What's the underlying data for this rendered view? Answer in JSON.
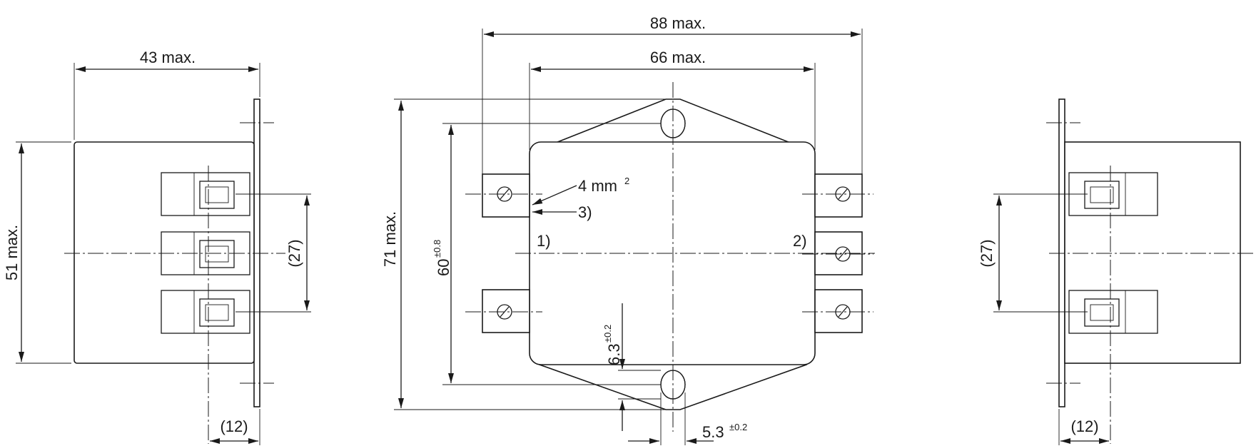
{
  "dimensions": {
    "side_width": "43 max.",
    "side_height": "51 max.",
    "terminal_pitch": "(27)",
    "terminal_offset": "(12)",
    "total_width": "88 max.",
    "body_width": "66 max.",
    "total_height": "71 max.",
    "hole_spacing": "60",
    "hole_spacing_tol": "±0.8",
    "hole_diameter": "6.3",
    "hole_diameter_tol": "±0.2",
    "slot_width": "5.3",
    "slot_width_tol": "±0.2"
  },
  "annotations": {
    "wire_size": "4 mm",
    "wire_size_sup": "2",
    "note_3": "3)",
    "note_1": "1)",
    "note_2": "2)"
  }
}
